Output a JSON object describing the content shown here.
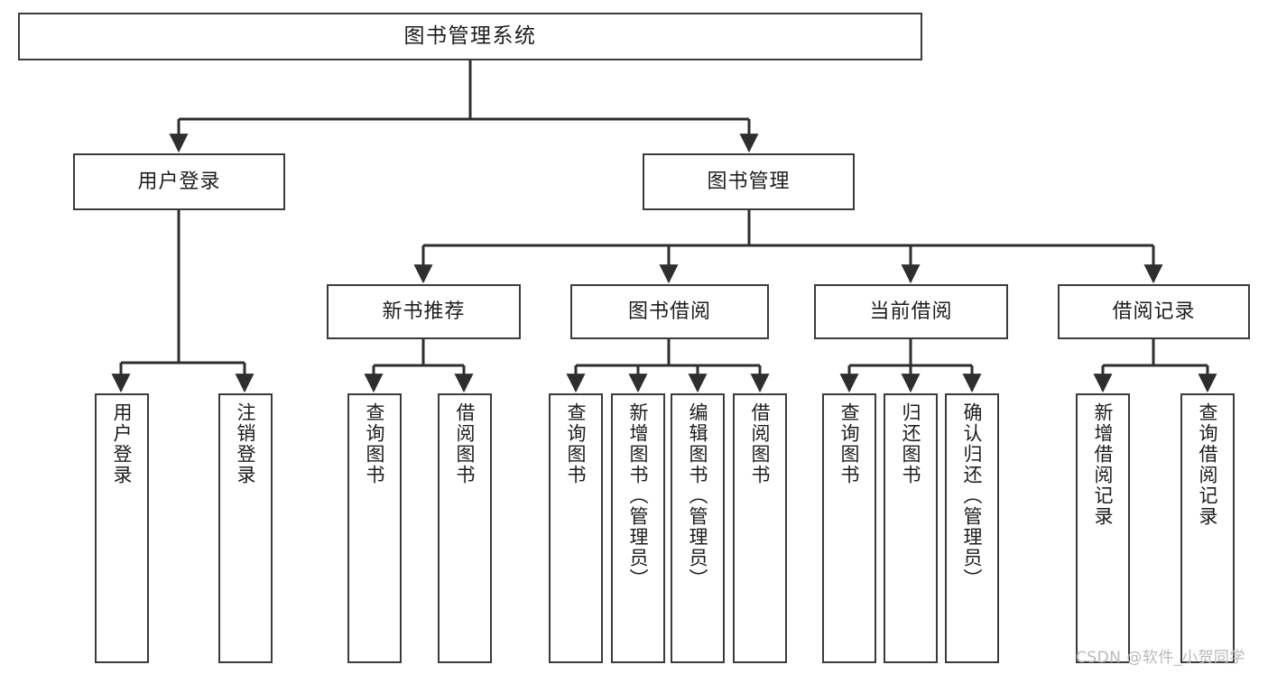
{
  "diagram": {
    "title": "图书管理系统",
    "type": "tree-hierarchy",
    "watermark": "CSDN @软件_小贺同学",
    "colors": {
      "box_border": "#3b3b3b",
      "box_fill": "#ffffff",
      "edge": "#2e2e2e",
      "text": "#1d1d1d",
      "watermark": "#b9b9b9",
      "background": "#ffffff"
    },
    "levels": {
      "level1": "系统",
      "level2": "主模块",
      "level3": "子模块",
      "level4": "功能项"
    },
    "nodes": {
      "root": {
        "label": "图书管理系统"
      },
      "level2": [
        {
          "label": "用户登录"
        },
        {
          "label": "图书管理"
        }
      ],
      "level3": [
        {
          "label": "新书推荐"
        },
        {
          "label": "图书借阅"
        },
        {
          "label": "当前借阅"
        },
        {
          "label": "借阅记录"
        }
      ],
      "leaves": {
        "user_login": [
          {
            "label": "用户登录"
          },
          {
            "label": "注销登录"
          }
        ],
        "new_book_recommend": [
          {
            "label": "查询图书"
          },
          {
            "label": "借阅图书"
          }
        ],
        "book_borrow": [
          {
            "label": "查询图书"
          },
          {
            "label": "新增图书（管理员）"
          },
          {
            "label": "编辑图书（管理员）"
          },
          {
            "label": "借阅图书"
          }
        ],
        "current_borrow": [
          {
            "label": "查询图书"
          },
          {
            "label": "归还图书"
          },
          {
            "label": "确认归还（管理员）"
          }
        ],
        "borrow_record": [
          {
            "label": "新增借阅记录"
          },
          {
            "label": "查询借阅记录"
          }
        ]
      }
    }
  }
}
